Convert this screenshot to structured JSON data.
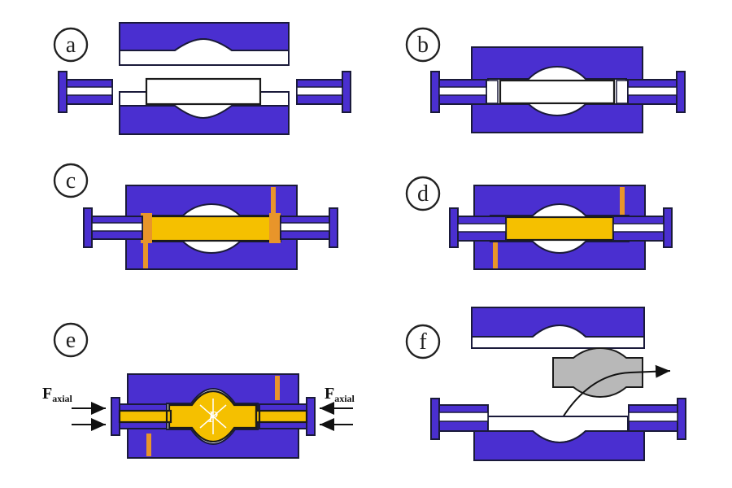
{
  "colors": {
    "die": "#4a2fd0",
    "fluid": "#f5c000",
    "seal": "#e8952a",
    "part": "#b8b8b8"
  },
  "steps": [
    {
      "id": "a",
      "label": "a"
    },
    {
      "id": "b",
      "label": "b"
    },
    {
      "id": "c",
      "label": "c"
    },
    {
      "id": "d",
      "label": "d"
    },
    {
      "id": "e",
      "label": "e"
    },
    {
      "id": "f",
      "label": "f"
    }
  ],
  "force": {
    "symbol": "F",
    "subscript": "axial"
  },
  "pressure_symbol": "P"
}
